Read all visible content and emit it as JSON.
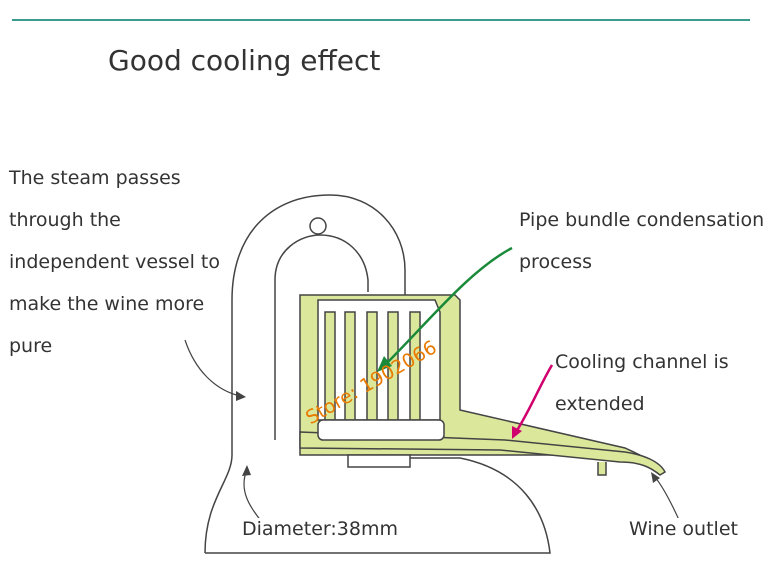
{
  "title": "Good cooling effect",
  "labels": {
    "steam": [
      "The steam passes",
      "through the",
      "independent vessel to",
      "make the wine more",
      "pure"
    ],
    "pipe_bundle": [
      "Pipe bundle condensation",
      "process"
    ],
    "cooling_channel": [
      "Cooling channel is",
      "extended"
    ],
    "diameter": "Diameter:38mm",
    "wine_outlet": "Wine outlet"
  },
  "watermark": "Store: 1902066",
  "colors": {
    "accent_line": "#3a9a8c",
    "condenser_fill": "#dbe79a",
    "green_arrow": "#1a8a3a",
    "magenta_arrow": "#d0006f",
    "watermark": "#e87a00"
  }
}
